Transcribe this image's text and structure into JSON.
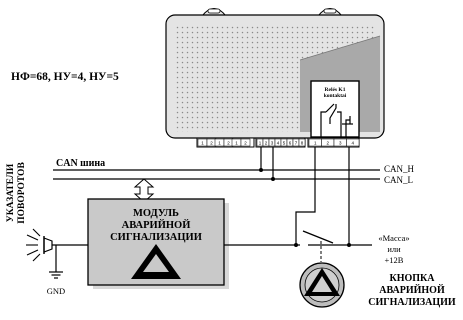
{
  "params_label": "НФ=68, НУ=4, НУ=5",
  "relay": {
    "title": "Relés K1",
    "subtitle": "kontaktai"
  },
  "connectors": {
    "group_a": [
      "1",
      "2"
    ],
    "group_b": [
      "1",
      "2"
    ],
    "group_c": [
      "1",
      "2"
    ],
    "group_d": [
      "1",
      "2",
      "3",
      "4",
      "5",
      "6",
      "7",
      "8"
    ],
    "group_e": [
      "1",
      "2",
      "3",
      "4"
    ]
  },
  "can_bus": {
    "label": "CAN шина",
    "h_label": "CAN_H",
    "l_label": "CAN_L"
  },
  "turn_signals": {
    "line1": "УКАЗАТЕЛИ",
    "line2": "ПОВОРОТОВ"
  },
  "module": {
    "line1": "МОДУЛЬ",
    "line2": "АВАРИЙНОЙ",
    "line3": "СИГНАЛИЗАЦИИ"
  },
  "ground_label": "GND",
  "mass": {
    "line1": "«Масса»",
    "line2": "или",
    "line3": "+12В"
  },
  "button": {
    "line1": "КНОПКА",
    "line2": "АВАРИЙНОЙ",
    "line3": "СИГНАЛИЗАЦИИ"
  },
  "colors": {
    "module_fill": "#c9c9c9",
    "device_fill": "#e4e4e4",
    "device_shadow": "#a9a9a9",
    "button_fill": "#bdbdbd"
  }
}
